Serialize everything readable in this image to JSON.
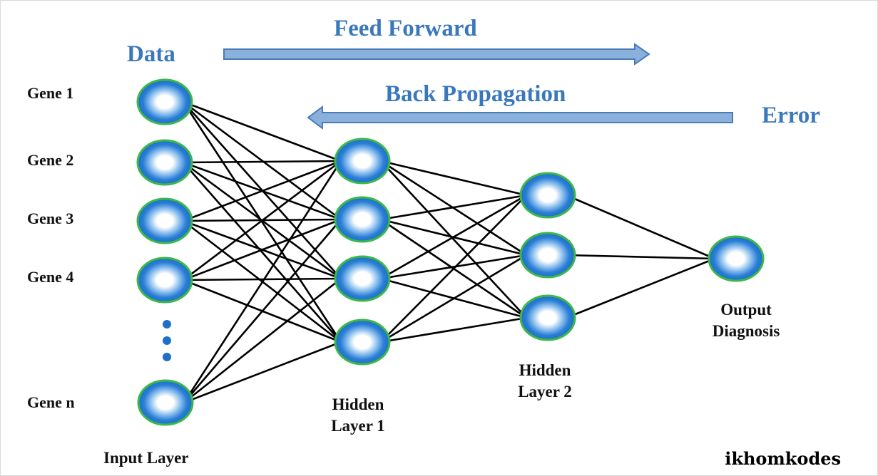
{
  "titles": {
    "data": "Data",
    "feed_forward": "Feed Forward",
    "back_propagation": "Back Propagation",
    "error": "Error"
  },
  "genes": [
    "Gene 1",
    "Gene 2",
    "Gene 3",
    "Gene 4",
    "Gene n"
  ],
  "layers": {
    "input": "Input Layer",
    "hidden1_line1": "Hidden",
    "hidden1_line2": "Layer 1",
    "hidden2_line1": "Hidden",
    "hidden2_line2": "Layer 2",
    "output_line1": "Output",
    "output_line2": "Diagnosis"
  },
  "watermark": "ikhomkodes",
  "network": {
    "input_nodes": 5,
    "hidden1_nodes": 4,
    "hidden2_nodes": 3,
    "output_nodes": 1,
    "fully_connected": true,
    "ellipsis_between_input_4_and_n": true
  },
  "colors": {
    "node_blue": "#1f6fc6",
    "node_rim": "#3cb84a",
    "arrow_fill": "#8ab0dc",
    "arrow_stroke": "#4a7ab8",
    "title_blue": "#3a78bd",
    "edge": "#000000"
  }
}
